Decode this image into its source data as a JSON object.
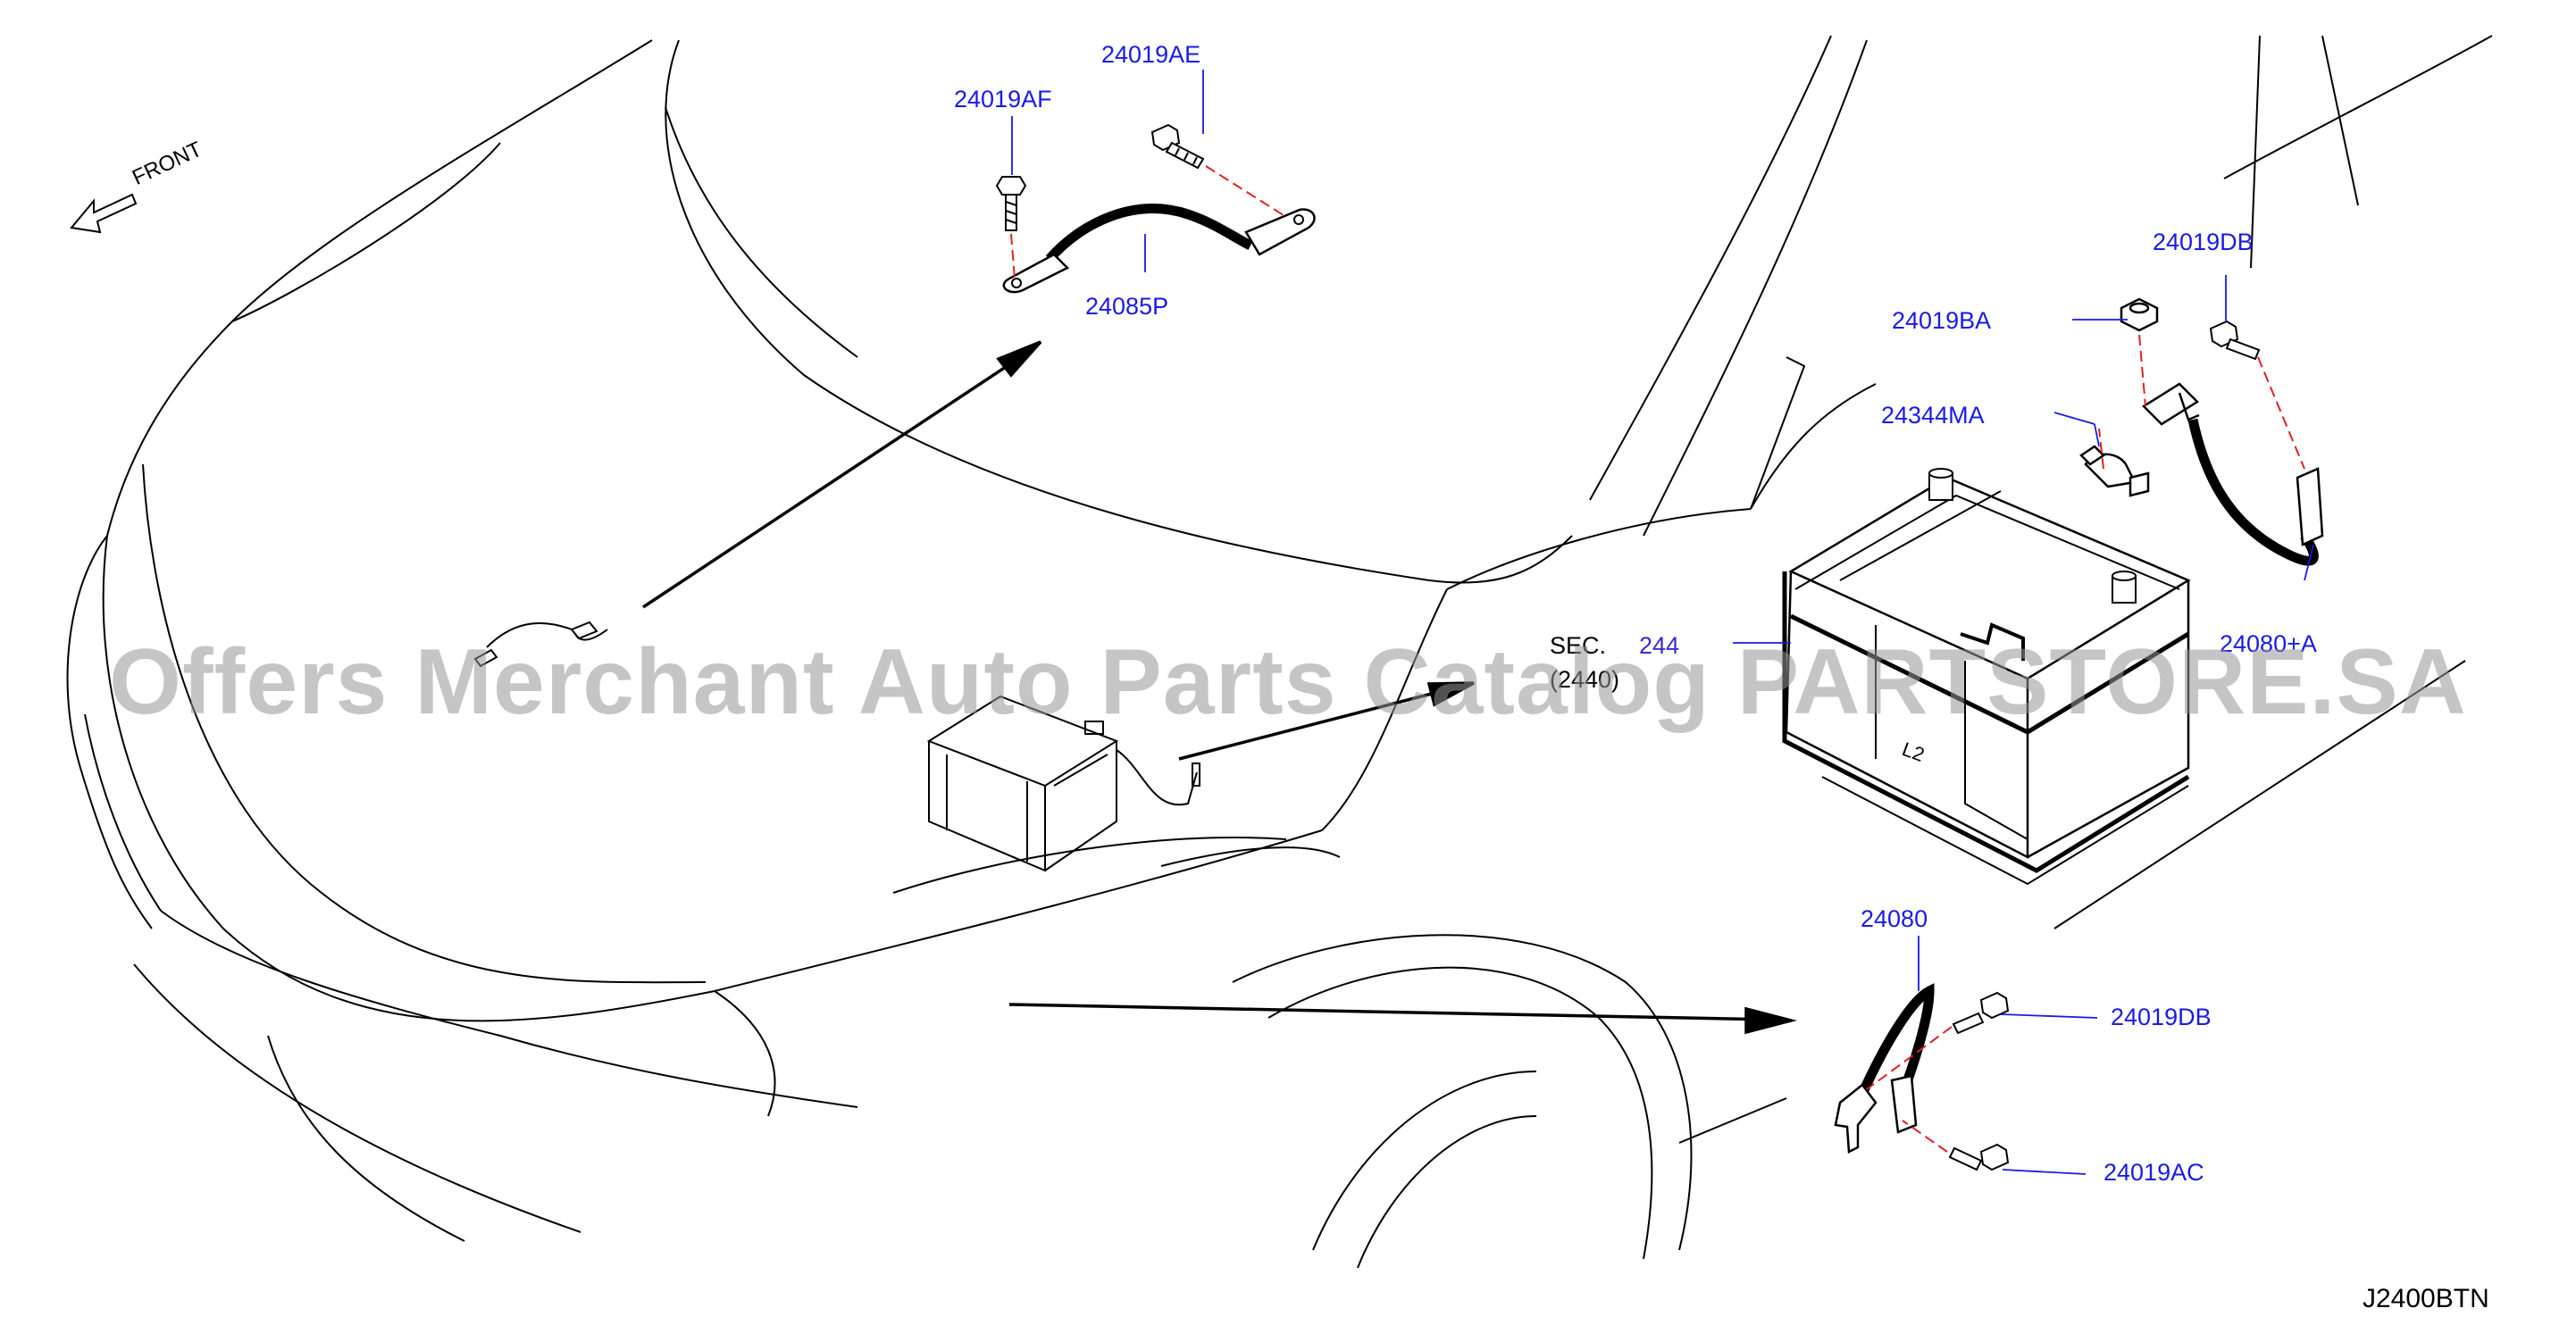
{
  "diagram": {
    "code": "J2400BTN",
    "front_label": "FRONT",
    "section_ref": {
      "line1": "SEC.",
      "line2": "(2440)",
      "num": "244"
    },
    "watermark": "Offers Merchant Auto Parts Catalog PARTSTORE.SA",
    "parts": [
      {
        "key": "p24019AE",
        "label": "24019AE"
      },
      {
        "key": "p24019AF",
        "label": "24019AF"
      },
      {
        "key": "p24085P",
        "label": "24085P"
      },
      {
        "key": "p24019DB_top",
        "label": "24019DB"
      },
      {
        "key": "p24019BA",
        "label": "24019BA"
      },
      {
        "key": "p24344MA",
        "label": "24344MA"
      },
      {
        "key": "p24080A",
        "label": "24080+A"
      },
      {
        "key": "p24080",
        "label": "24080"
      },
      {
        "key": "p24019DB_bot",
        "label": "24019DB"
      },
      {
        "key": "p24019AC",
        "label": "24019AC"
      }
    ],
    "colors": {
      "part_label": "#1a1ae6",
      "line": "#000000",
      "dash": "#e02020"
    }
  }
}
